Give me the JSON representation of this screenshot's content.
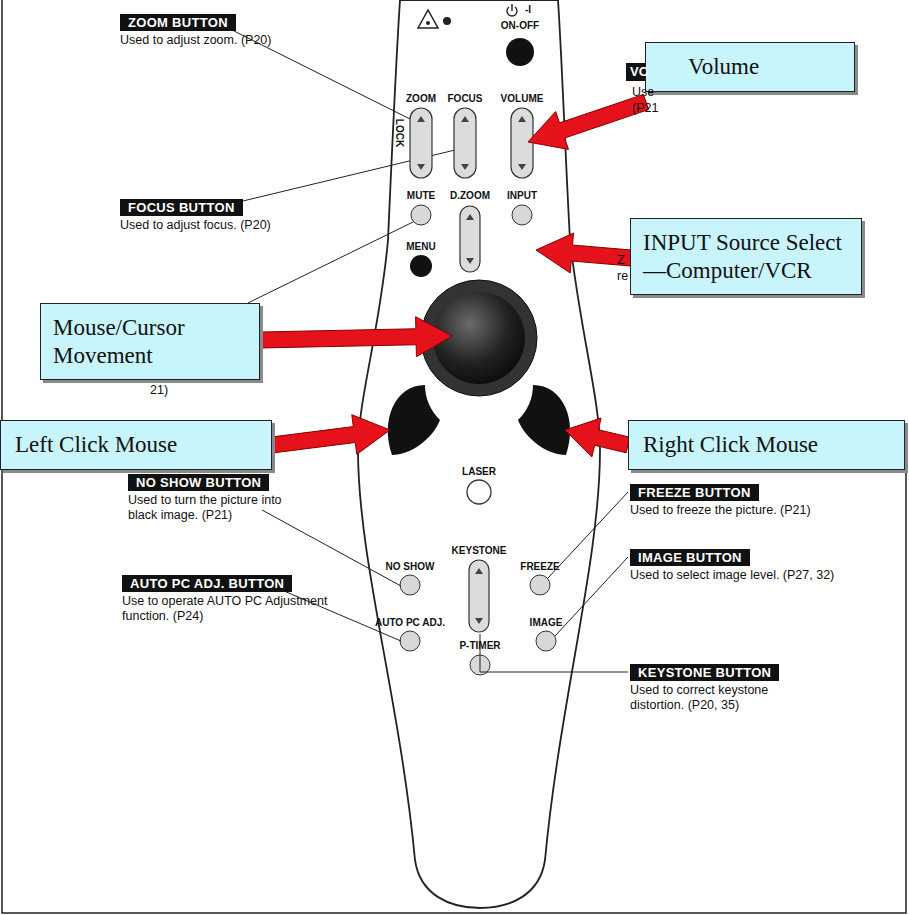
{
  "diagram": {
    "nodes": [
      {
        "text": [
          "ZOOM BUTTON",
          "Used to adjust zoom. (P20)"
        ]
      },
      {
        "text": [
          "Volume"
        ]
      },
      {
        "text": [
          "FOCUS BUTTON",
          "Used to adjust focus. (P20)"
        ]
      },
      {
        "text": [
          "INPUT Source Select—Computer/VCR"
        ]
      },
      {
        "text": [
          "Mouse/Cursor Movement"
        ]
      },
      {
        "text": [
          "Left Click Mouse"
        ]
      },
      {
        "text": [
          "Right Click Mouse"
        ]
      },
      {
        "text": [
          "NO SHOW BUTTON",
          "Used to turn the picture into black image. (P21)"
        ]
      },
      {
        "text": [
          "FREEZE BUTTON",
          "Used to freeze the picture. (P21)"
        ]
      },
      {
        "text": [
          "IMAGE BUTTON",
          "Used to select image level. (P27, 32)"
        ]
      },
      {
        "text": [
          "AUTO PC ADJ. BUTTON",
          "Use to operate AUTO PC Adjustment function. (P24)"
        ]
      },
      {
        "text": [
          "KEYSTONE BUTTON",
          "Used to correct keystone distortion. (P20, 35)"
        ]
      }
    ],
    "labels": [
      "-I",
      "ON-OFF",
      "ZOOM",
      "FOCUS",
      "VOLUME",
      "LOCK",
      "MUTE",
      "D.ZOOM",
      "INPUT",
      "MENU",
      "LASER",
      "NO SHOW",
      "KEYSTONE",
      "FREEZE",
      "AUTO PC ADJ.",
      "IMAGE",
      "P-TIMER",
      "VC",
      "Use",
      "(P21",
      "Z",
      "re",
      "21)"
    ]
  }
}
